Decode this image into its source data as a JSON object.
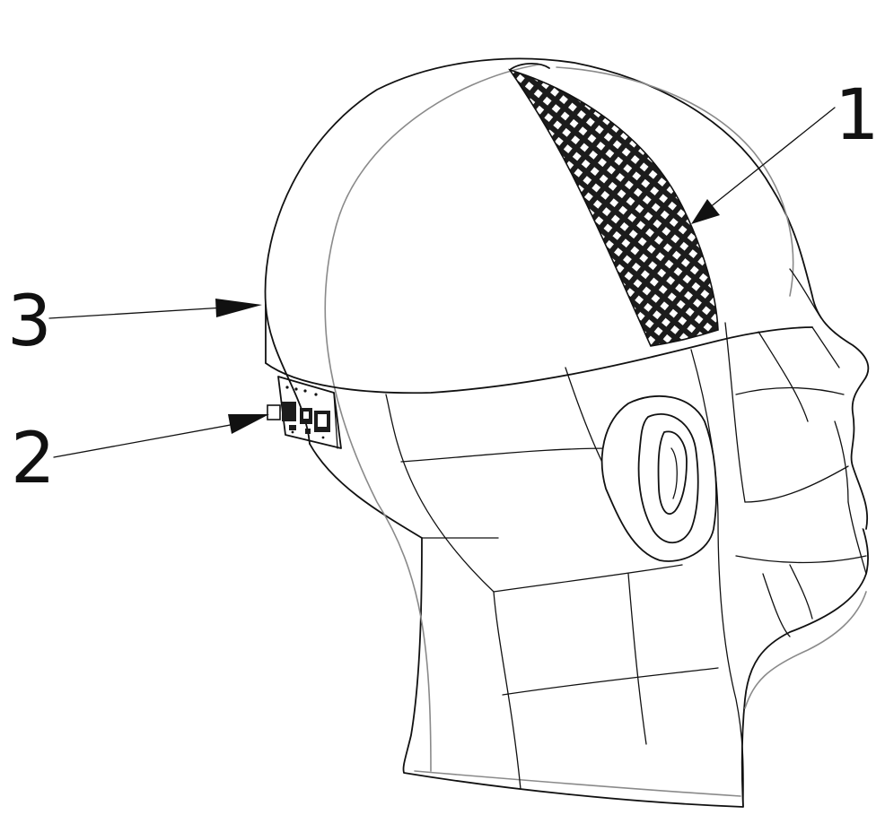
{
  "callouts": [
    {
      "id": "1",
      "label": "1"
    },
    {
      "id": "2",
      "label": "2"
    },
    {
      "id": "3",
      "label": "3"
    }
  ],
  "colors": {
    "line": "#111111",
    "hidden_line": "#8a8a8a",
    "background": "#ffffff"
  }
}
